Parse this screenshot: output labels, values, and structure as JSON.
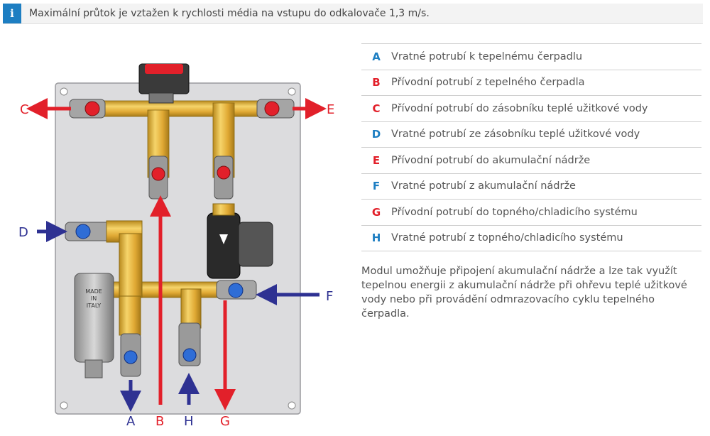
{
  "notice": {
    "icon": "info-icon",
    "icon_glyph": "i",
    "text": "Maximální průtok je vztažen k rychlosti média na vstupu do odkalovače 1,3 m/s."
  },
  "colors": {
    "info": "#1d7ec2",
    "red": "#e2202a",
    "navy": "#2e3192",
    "brass": "#e8b53c",
    "plate": "#dcdcde"
  },
  "diagram": {
    "labels": {
      "A": "A",
      "B": "B",
      "C": "C",
      "D": "D",
      "E": "E",
      "F": "F",
      "G": "G",
      "H": "H"
    },
    "filter_text": [
      "MADE",
      "IN",
      "ITALY"
    ]
  },
  "legend": [
    {
      "letter": "A",
      "color": "blue",
      "text": "Vratné potrubí k tepelnému čerpadlu"
    },
    {
      "letter": "B",
      "color": "red",
      "text": "Přívodní potrubí z tepelného čerpadla"
    },
    {
      "letter": "C",
      "color": "red",
      "text": "Přívodní potrubí do zásobníku teplé užitkové vody"
    },
    {
      "letter": "D",
      "color": "blue",
      "text": "Vratné potrubí ze zásobníku teplé užitkové vody"
    },
    {
      "letter": "E",
      "color": "red",
      "text": "Přívodní potrubí do akumulační nádrže"
    },
    {
      "letter": "F",
      "color": "blue",
      "text": "Vratné potrubí z akumulační nádrže"
    },
    {
      "letter": "G",
      "color": "red",
      "text": "Přívodní potrubí do topného/chladicího systému"
    },
    {
      "letter": "H",
      "color": "blue",
      "text": "Vratné potrubí z topného/chladicího systému"
    }
  ],
  "description": "Modul umožňuje připojení akumulační nádrže a lze tak využít tepelnou energii z akumulační nádrže při ohřevu teplé užitkové vody nebo při provádění odmrazovacího cyklu tepelného čerpadla."
}
